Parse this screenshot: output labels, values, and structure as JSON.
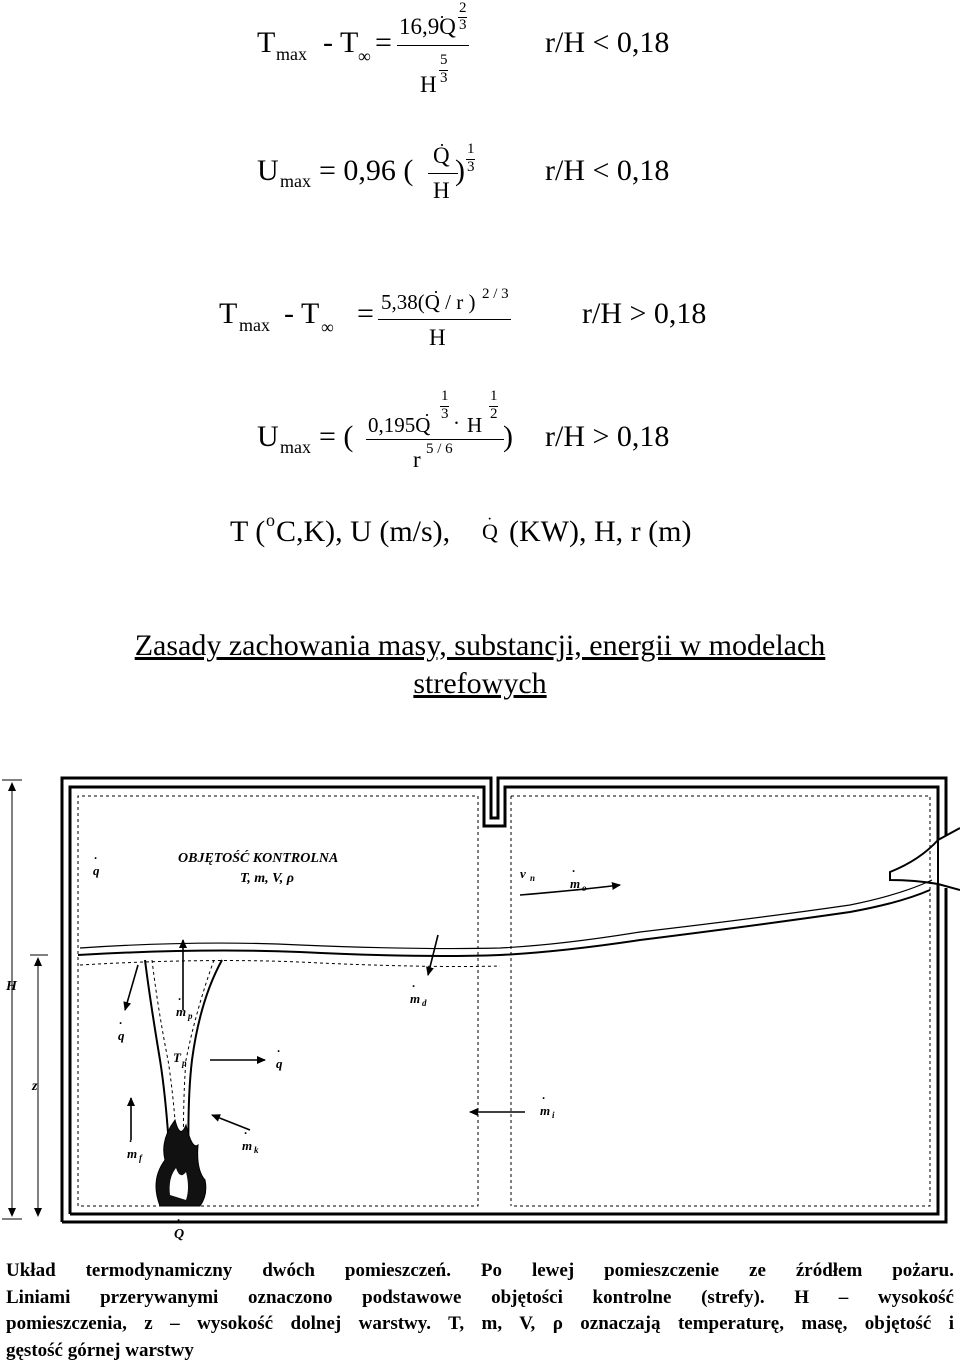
{
  "equations": {
    "eq1": {
      "lhs": "T",
      "lhs_sub": "max",
      "minus": "- T",
      "inf": "∞",
      "eq": "=",
      "num": "16,9Q",
      "num_exp_n": "2",
      "num_exp_d": "3",
      "den": "H",
      "den_exp_n": "5",
      "den_exp_d": "3",
      "cond": "r/H < 0,18"
    },
    "eq2": {
      "lhs": "U",
      "lhs_sub": "max",
      "rhs_pre": "= 0,96 (",
      "num": "Q",
      "den": "H",
      "close": ")",
      "exp_n": "1",
      "exp_d": "3",
      "cond": "r/H < 0,18"
    },
    "eq3": {
      "lhs": "T",
      "lhs_sub": "max",
      "minus": "- T",
      "inf": "∞",
      "eq": "=",
      "num": "5,38(Q / r )",
      "num_exp": "2 / 3",
      "den": "H",
      "cond": "r/H > 0,18"
    },
    "eq4": {
      "lhs": "U",
      "lhs_sub": "max",
      "rhs_pre": "= (",
      "num": "0,195Q",
      "num_exp_n": "1",
      "num_exp_d": "3",
      "dot": "·",
      "h": "H",
      "h_exp_n": "1",
      "h_exp_d": "2",
      "den": "r",
      "den_exp": "5 / 6",
      "close": ")",
      "cond": "r/H > 0,18"
    },
    "units": {
      "pre": "T (",
      "deg": "o",
      "rest1": "C,K), U (m/s),",
      "q": "Q",
      "rest2": "(KW), H, r (m)"
    }
  },
  "heading": {
    "line1": "Zasady zachowania masy, substancji, energii w modelach",
    "line2": "strefowych"
  },
  "diagram": {
    "title_line1": "OBJĘTOŚĆ KONTROLNA",
    "title_line2": "T, m, V, ρ",
    "labels": {
      "q_top": "q",
      "q_left": "q",
      "q_mid": "q",
      "m_p": "m",
      "m_p_sub": "p",
      "T_p": "T",
      "T_p_sub": "p",
      "m_f": "m",
      "m_f_sub": "f",
      "m_k": "m",
      "m_k_sub": "k",
      "m_d": "m",
      "m_d_sub": "d",
      "m_i": "m",
      "m_i_sub": "i",
      "v_n": "v",
      "v_n_sub": "n",
      "m_o": "m",
      "m_o_sub": "o",
      "H": "H",
      "z": "z",
      "Q": "Q"
    }
  },
  "caption": {
    "line1": "Układ termodynamiczny dwóch pomieszczeń. Po lewej pomieszczenie ze źródłem pożaru.",
    "line2": "Liniami przerywanymi oznaczono podstawowe objętości kontrolne (strefy). H – wysokość",
    "line3": "pomieszczenia, z – wysokość dolnej warstwy. T, m, V, ρ oznaczają temperaturę, masę, objętość i",
    "line4": "gęstość górnej warstwy"
  }
}
